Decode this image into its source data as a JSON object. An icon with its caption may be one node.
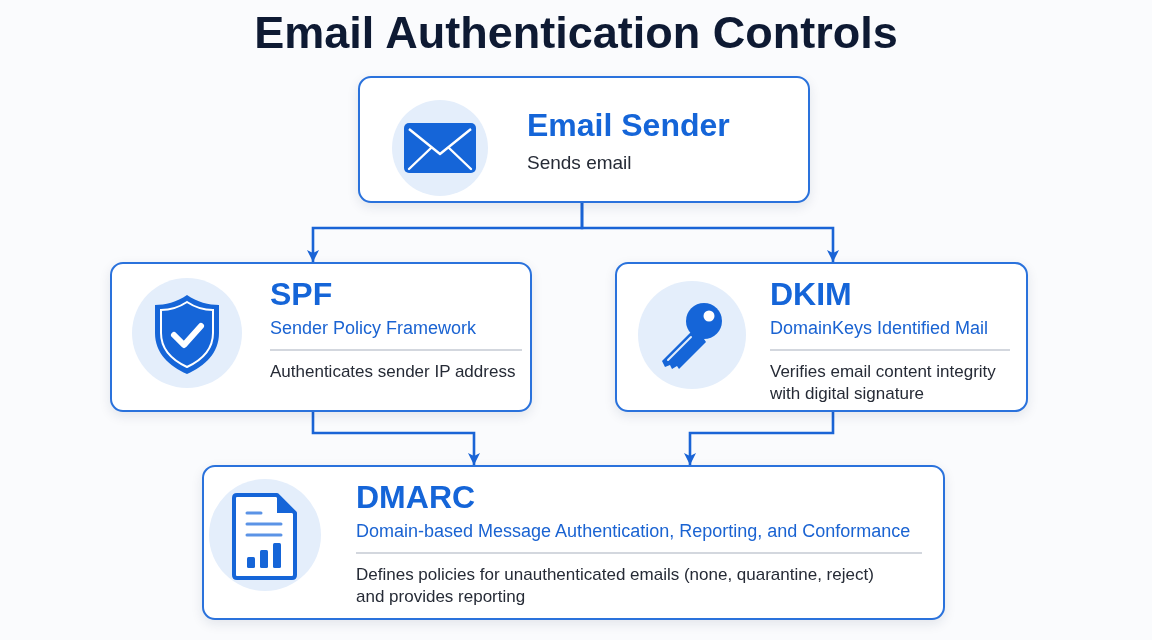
{
  "diagram": {
    "title": "Email Authentication Controls",
    "nodes": [
      {
        "text": [
          "Email Sender",
          "Sends email"
        ]
      },
      {
        "text": [
          "SPF",
          "Sender Policy Framework",
          "Authenticates sender IP address"
        ]
      },
      {
        "text": [
          "DKIM",
          "DomainKeys Identified Mail",
          "Verifies email content integrity with digital signature"
        ]
      },
      {
        "text": [
          "DMARC",
          "Domain-based Message Authentication, Reporting, and Conformance",
          "Defines policies for unauthenticated emails (none, quarantine, reject) and provides reporting"
        ]
      }
    ],
    "edges": [
      {
        "from": 0,
        "to": 1,
        "arrow": "to"
      },
      {
        "from": 0,
        "to": 2,
        "arrow": "to"
      },
      {
        "from": 1,
        "to": 3,
        "arrow": "to"
      },
      {
        "from": 2,
        "to": 3,
        "arrow": "to"
      }
    ]
  }
}
